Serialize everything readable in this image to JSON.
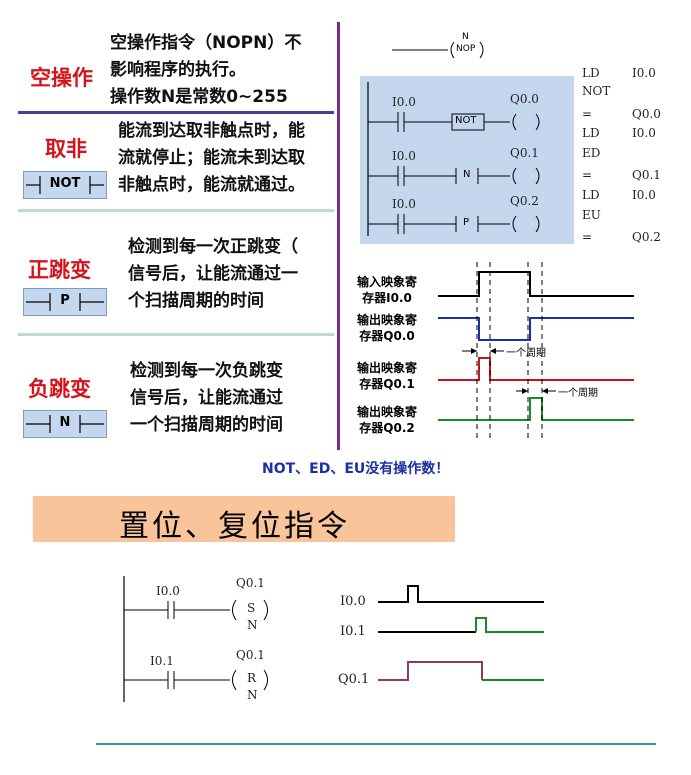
{
  "nop": {
    "title": "空操作",
    "text": "空操作指令（NOPN）不\n影响程序的执行。\n操作数N是常数0~255",
    "coil_n": "N",
    "coil_label": "NOP"
  },
  "not": {
    "title": "取非",
    "symbol": "NOT",
    "text": "能流到达取非触点时，能\n流就停止；能流未到达取\n非触点时，能流就通过。"
  },
  "pos": {
    "title": "正跳变",
    "symbol": "P",
    "text": "检测到每一次正跳变（\n信号后，让能流通过一\n个扫描周期的时间"
  },
  "neg": {
    "title": "负跳变",
    "symbol": "N",
    "text": "检测到每一次负跳变\n信号后，让能流通过\n一个扫描周期的时间"
  },
  "ladder": {
    "contact": "I0.0",
    "rungs": [
      {
        "coil": "Q0.0",
        "box": "NOT"
      },
      {
        "coil": "Q0.1",
        "box": "N"
      },
      {
        "coil": "Q0.2",
        "box": "P"
      }
    ],
    "coil_paren": "(    )"
  },
  "stl": [
    [
      "LD",
      "I0.0"
    ],
    [
      "NOT",
      ""
    ],
    [
      "=",
      "Q0.0"
    ],
    [
      "LD",
      "I0.0"
    ],
    [
      "ED",
      ""
    ],
    [
      "=",
      "Q0.1"
    ],
    [
      "LD",
      "I0.0"
    ],
    [
      "EU",
      ""
    ],
    [
      "=",
      "Q0.2"
    ]
  ],
  "timing": {
    "rows": [
      "输入映象寄\n存器I0.0",
      "输出映象寄\n存器Q0.0",
      "输出映象寄\n存器Q0.1",
      "输出映象寄\n存器Q0.2"
    ],
    "period1": "一个周期",
    "period2": "一个周期"
  },
  "note": "NOT、ED、EU没有操作数！",
  "set_reset": {
    "title": "置位、复位指令",
    "rung1_contact": "I0.0",
    "rung1_coil": "Q0.1",
    "rung1_op": "S",
    "rung1_n": "N",
    "rung2_contact": "I0.1",
    "rung2_coil": "Q0.1",
    "rung2_op": "R",
    "rung2_n": "N",
    "timing_labels": [
      "I0.0",
      "I0.1",
      "Q0.1"
    ]
  },
  "colors": {
    "accent_red": "#d4141c",
    "divider_purple": "#7b2a8c",
    "panel_blue": "#c4d7ef",
    "title_bar": "#f9c49a",
    "teal": "#2a9d8f"
  }
}
